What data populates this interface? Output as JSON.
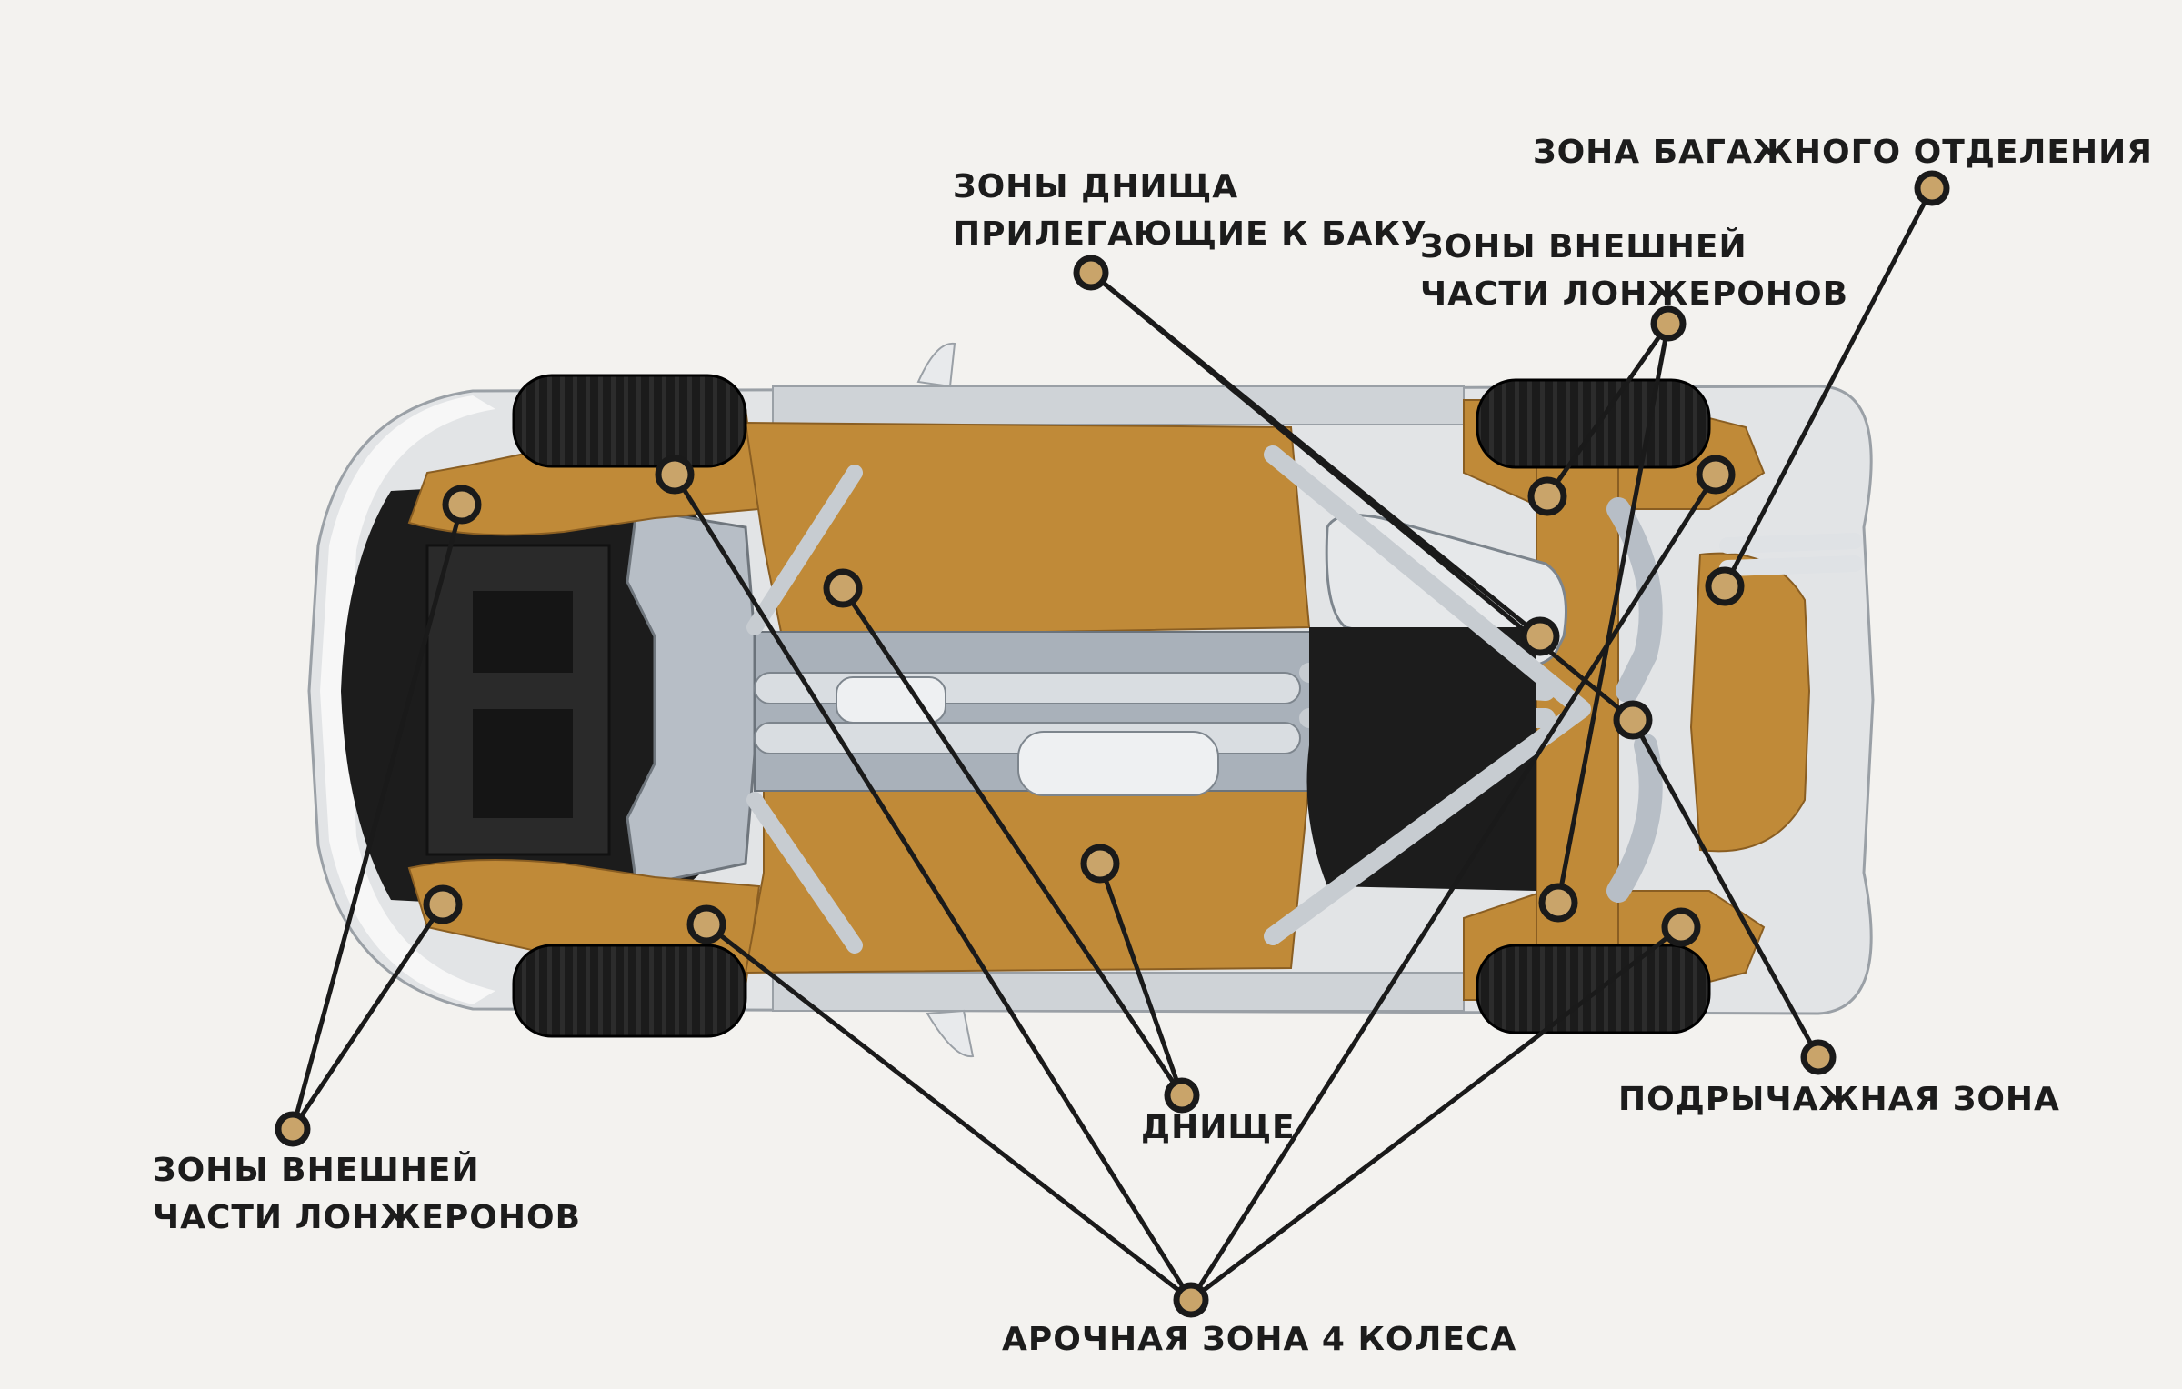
{
  "diagram": {
    "labels": {
      "trunk_zone": [
        "ЗОНА БАГАЖНОГО ОТДЕЛЕНИЯ"
      ],
      "floor_near_tank": [
        "ЗОНЫ ДНИЩА",
        "ПРИЛЕГАЮЩИЕ К БАКУ"
      ],
      "rear_side_members": [
        "ЗОНЫ ВНЕШНЕЙ",
        "ЧАСТИ ЛОНЖЕРОНОВ"
      ],
      "front_side_members": [
        "ЗОНЫ ВНЕШНЕЙ",
        "ЧАСТИ ЛОНЖЕРОНОВ"
      ],
      "floor": [
        "ДНИЩЕ"
      ],
      "suspension_arm_zone": [
        "ПОДРЫЧАЖНАЯ ЗОНА"
      ],
      "wheel_arches": [
        "АРОЧНАЯ ЗОНА 4 КОЛЕСА"
      ]
    },
    "colors": {
      "background": "#f3f2ef",
      "treated_zone": "#c08a38",
      "marker_fill": "#c9a46a",
      "marker_ring": "#1a1a1a",
      "leader_line": "#1a1a1a",
      "car_body": "#e4e6e8",
      "tire": "#1b1b1b"
    }
  }
}
